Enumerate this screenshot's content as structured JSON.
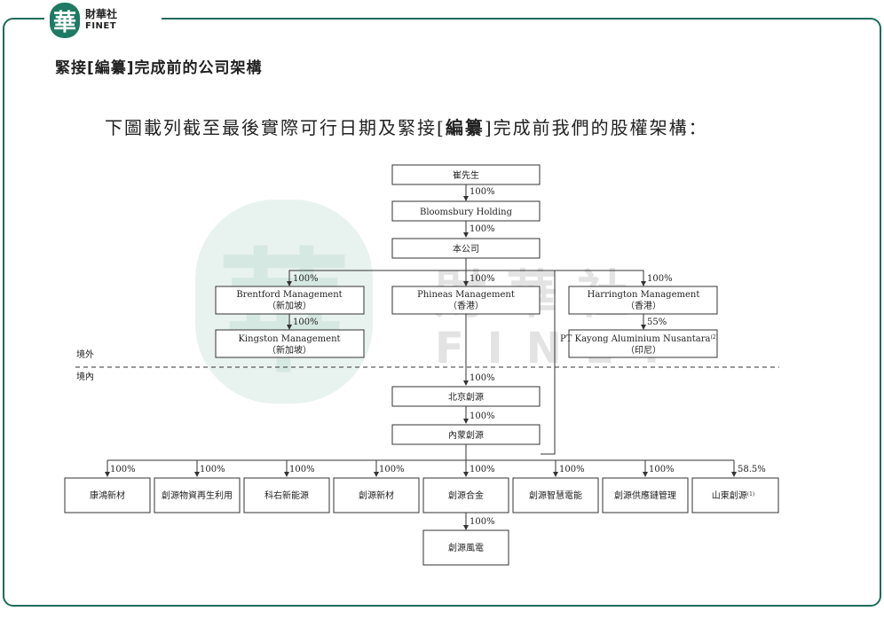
{
  "logo": {
    "badge_char": "華",
    "cn": "財華社",
    "en": "FINET"
  },
  "header": {
    "title": "緊接[編纂]完成前的公司架構"
  },
  "intro": {
    "prefix": "下圖載列截至最後實際可行日期及緊接[",
    "bold": "編纂",
    "suffix": "]完成前我們的股權架構："
  },
  "watermark": {
    "cn": "財華社",
    "en": "FINET"
  },
  "zones": {
    "offshore": "境外",
    "onshore": "境內"
  },
  "nodes": {
    "cui": {
      "line1": "崔先生"
    },
    "bloomsbury": {
      "line1": "Bloomsbury Holding"
    },
    "company": {
      "line1": "本公司"
    },
    "brentford": {
      "line1": "Brentford Management",
      "line2": "（新加坡）"
    },
    "phineas": {
      "line1": "Phineas Management",
      "line2": "（香港）"
    },
    "harrington": {
      "line1": "Harrington Management",
      "line2": "（香港）"
    },
    "kingston": {
      "line1": "Kingston Management",
      "line2": "（新加坡）"
    },
    "ptkayong": {
      "line1": "PT Kayong Aluminium Nusantara",
      "sup": "(2)",
      "line2": "（印尼）"
    },
    "beijing": {
      "line1": "北京創源"
    },
    "neimeng": {
      "line1": "內蒙創源"
    },
    "kanghong": {
      "line1": "康鴻新材"
    },
    "wuzi": {
      "line1": "創源物資再生利用"
    },
    "keyou": {
      "line1": "科右新能源"
    },
    "xincai": {
      "line1": "創源新材"
    },
    "hejin": {
      "line1": "創源合金"
    },
    "zhihui": {
      "line1": "創源智慧電能"
    },
    "gongying": {
      "line1": "創源供應鏈管理"
    },
    "shandong": {
      "line1": "山東創源",
      "sup": "(1)"
    },
    "fengdian": {
      "line1": "創源風電"
    }
  },
  "stakes": {
    "cui_bloomsbury": "100%",
    "bloomsbury_company": "100%",
    "company_brentford": "100%",
    "company_phineas": "100%",
    "company_harrington": "100%",
    "brentford_kingston": "100%",
    "harrington_ptkayong": "55%",
    "phineas_beijing": "100%",
    "beijing_neimeng": "100%",
    "neimeng_kanghong": "100%",
    "neimeng_wuzi": "100%",
    "neimeng_keyou": "100%",
    "neimeng_xincai": "100%",
    "neimeng_hejin": "100%",
    "neimeng_zhihui": "100%",
    "neimeng_gongying": "100%",
    "neimeng_shandong": "58.5%",
    "hejin_fengdian": "100%"
  }
}
